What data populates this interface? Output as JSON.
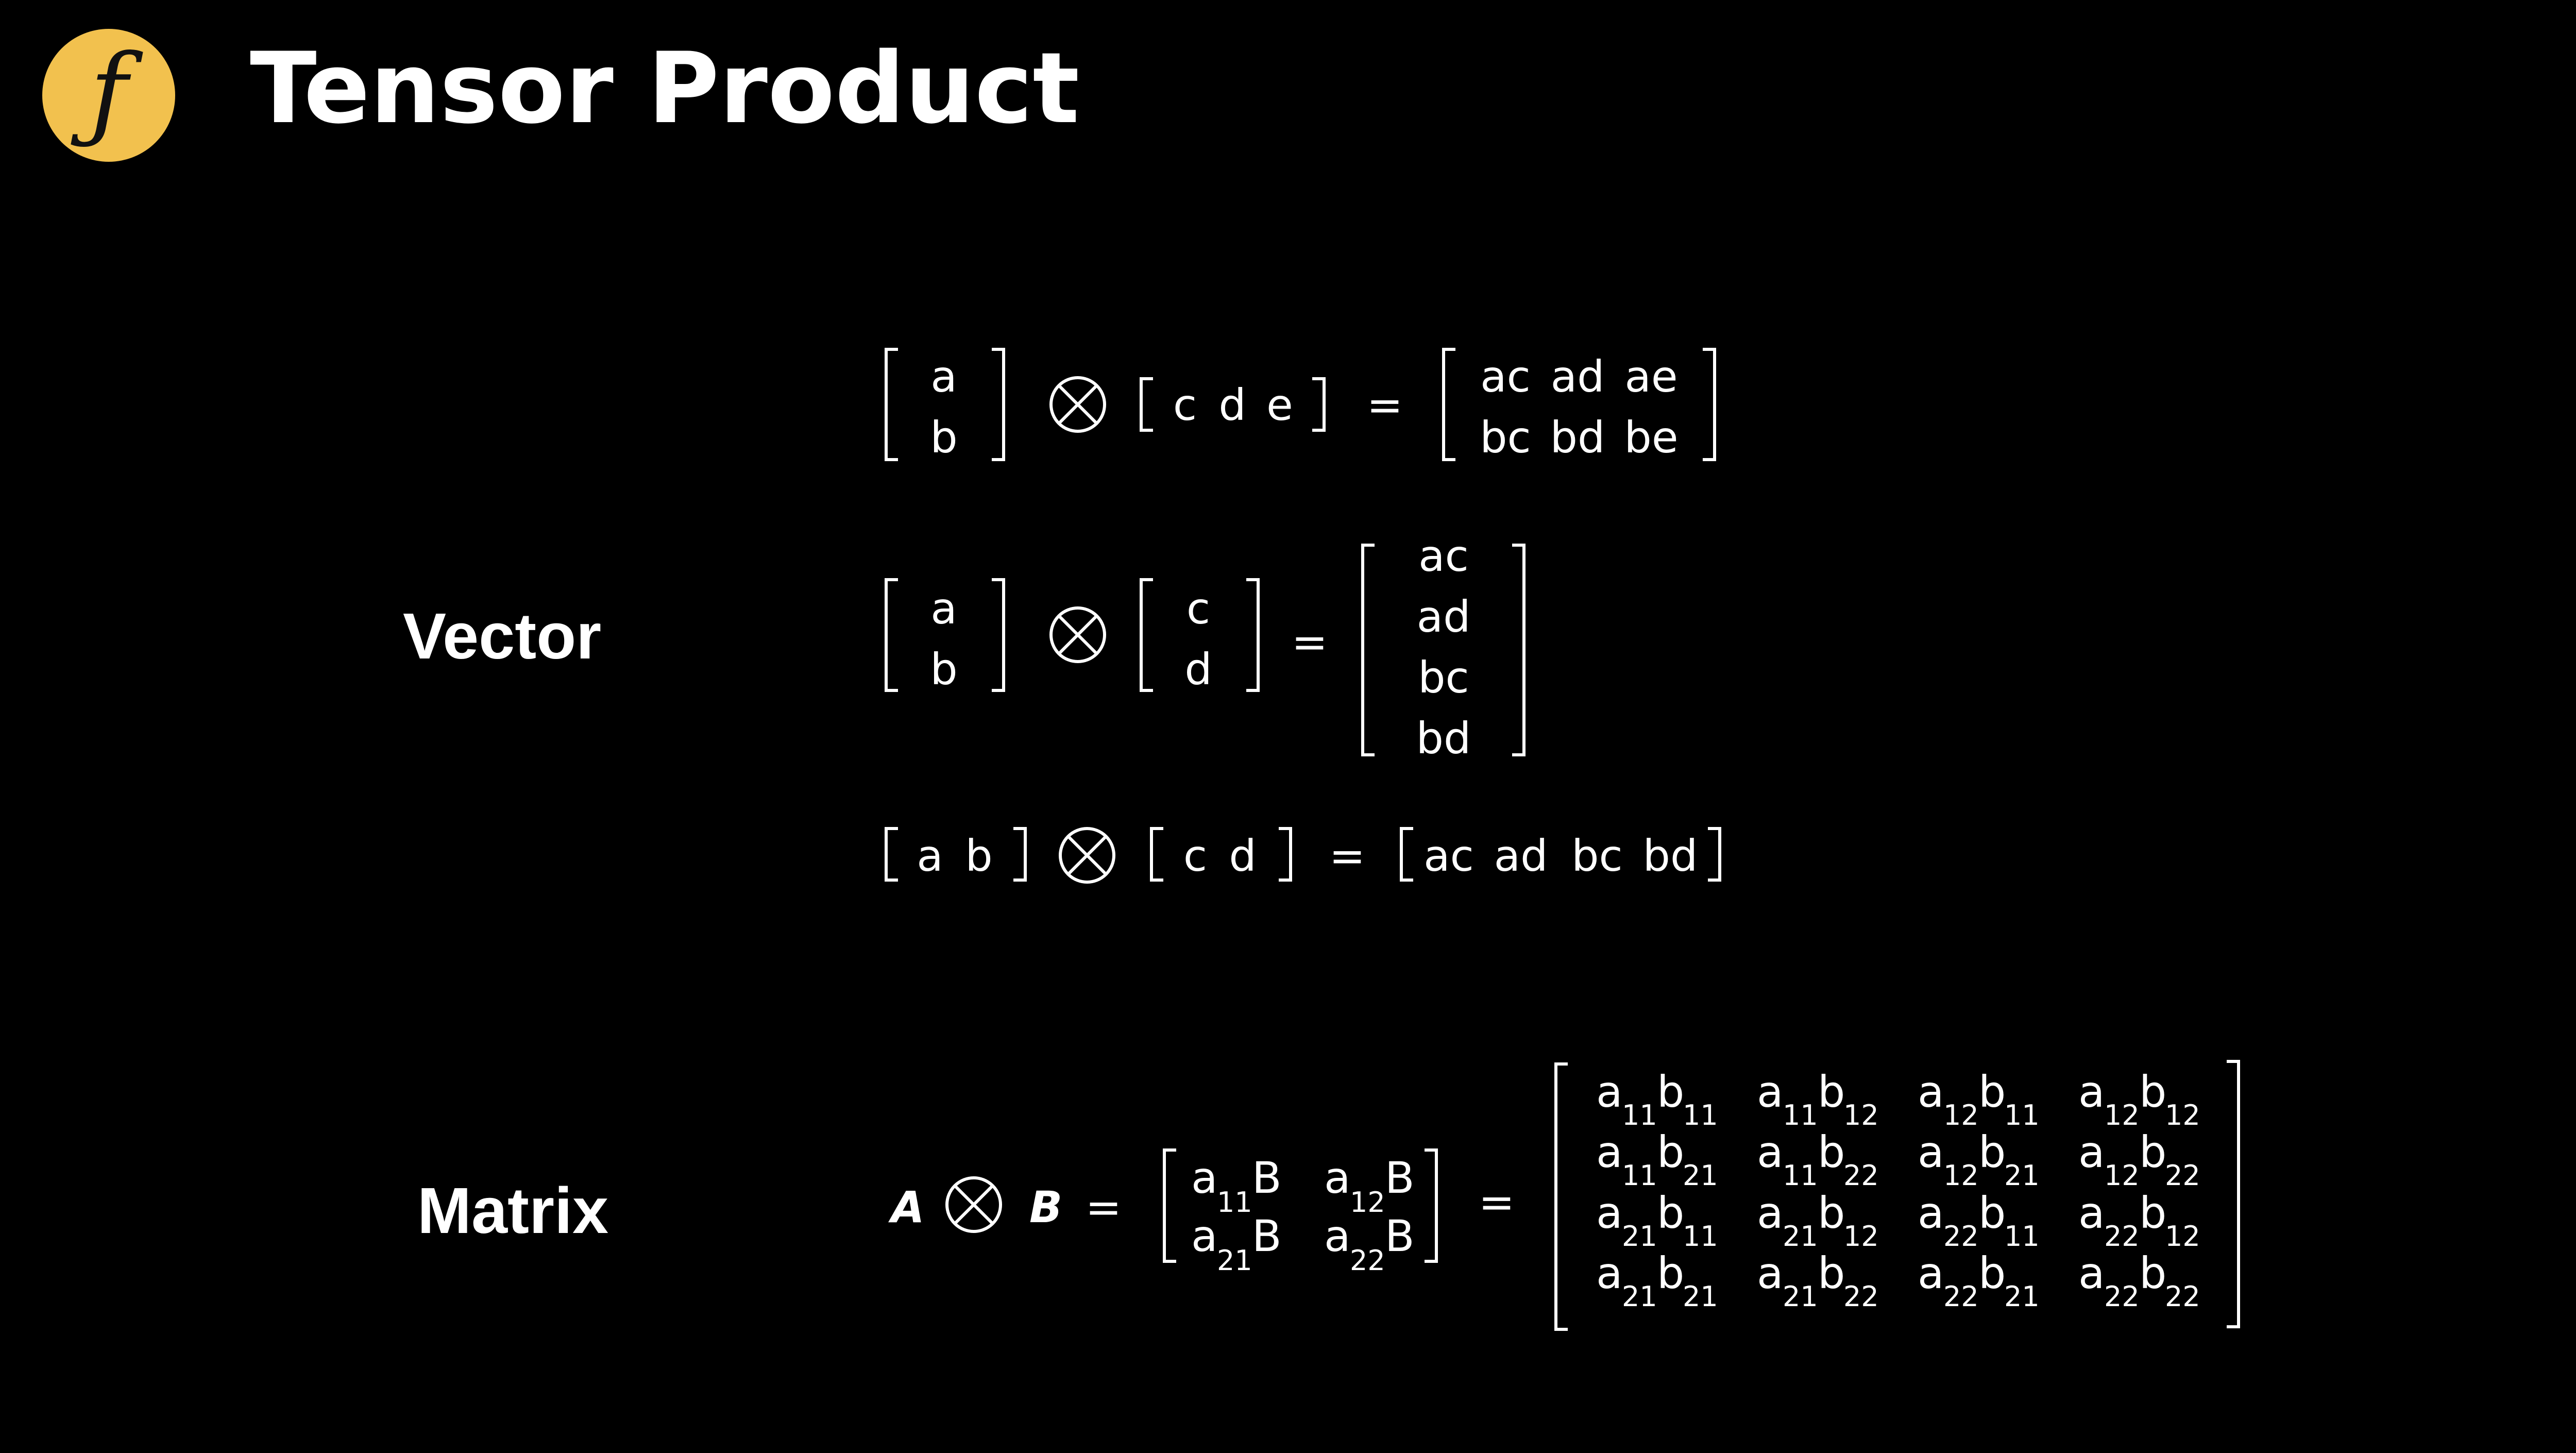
{
  "title": "Tensor Product",
  "logo": {
    "glyph": "ƒ",
    "color": "#f2c14e"
  },
  "sections": {
    "vector": "Vector",
    "matrix": "Matrix"
  },
  "symbols": {
    "otimes": "⊗",
    "equals": "="
  },
  "vector_examples": {
    "ex1": {
      "left": [
        "a",
        "b"
      ],
      "right": [
        "c",
        "d",
        "e"
      ],
      "result": [
        [
          "ac",
          "ad",
          "ae"
        ],
        [
          "bc",
          "bd",
          "be"
        ]
      ]
    },
    "ex2": {
      "left": [
        "a",
        "b"
      ],
      "right": [
        "c",
        "d"
      ],
      "result": [
        "ac",
        "ad",
        "bc",
        "bd"
      ]
    },
    "ex3": {
      "left": [
        "a",
        "b"
      ],
      "right": [
        "c",
        "d"
      ],
      "result": [
        "ac",
        "ad",
        "bc",
        "bd"
      ]
    }
  },
  "matrix_example": {
    "lhs_a": "A",
    "lhs_b": "B",
    "block": {
      "B": "B",
      "sub_11": "11",
      "sub_12": "12",
      "sub_21": "21",
      "sub_22": "22"
    },
    "result": [
      [
        [
          "11",
          "11"
        ],
        [
          "11",
          "12"
        ],
        [
          "12",
          "11"
        ],
        [
          "12",
          "12"
        ]
      ],
      [
        [
          "11",
          "21"
        ],
        [
          "11",
          "22"
        ],
        [
          "12",
          "21"
        ],
        [
          "12",
          "22"
        ]
      ],
      [
        [
          "21",
          "11"
        ],
        [
          "21",
          "12"
        ],
        [
          "22",
          "11"
        ],
        [
          "22",
          "12"
        ]
      ],
      [
        [
          "21",
          "21"
        ],
        [
          "21",
          "22"
        ],
        [
          "22",
          "21"
        ],
        [
          "22",
          "22"
        ]
      ]
    ],
    "letters": {
      "a": "a",
      "b": "b"
    }
  }
}
